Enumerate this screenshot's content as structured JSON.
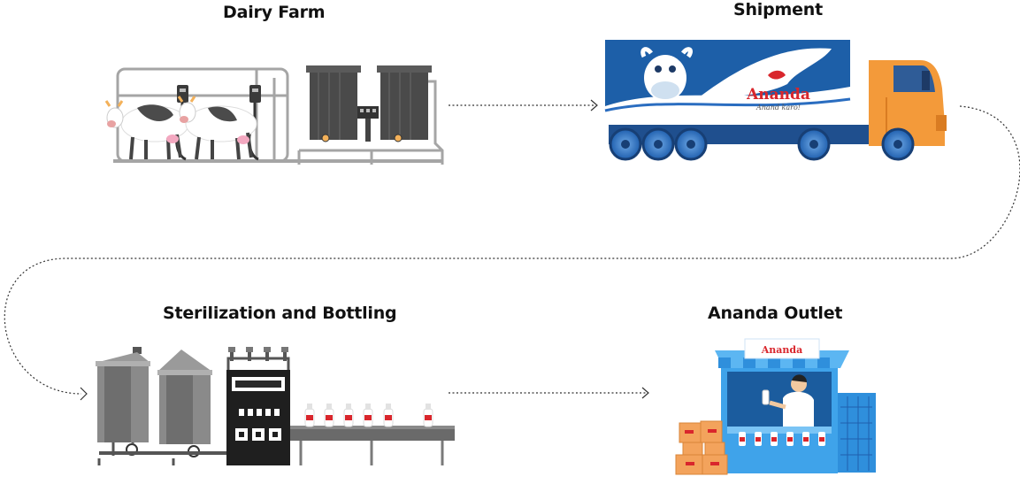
{
  "stages": {
    "dairy_farm": "Dairy Farm",
    "shipment": "Shipment",
    "sterilization": "Sterilization and Bottling",
    "outlet": "Ananda Outlet"
  },
  "truck": {
    "brand": "Ananda",
    "tagline": "Anand karo!"
  },
  "outlet_sign": {
    "brand": "Ananda"
  },
  "colors": {
    "ananda_red": "#d9262c",
    "truck_blue": "#1d5fa8",
    "cab_orange": "#f39a3a",
    "outlet_blue": "#2f8fdc",
    "machine_grey": "#8a8a8a",
    "frame_grey": "#9a9a9a",
    "crate_orange": "#f3a35c"
  },
  "icons": [
    "cow-icon",
    "milk-tank-icon",
    "truck-icon",
    "sterilizer-tank-icon",
    "bottling-machine-icon",
    "conveyor-icon",
    "milk-bottle-icon",
    "outlet-kiosk-icon",
    "crate-icon"
  ]
}
